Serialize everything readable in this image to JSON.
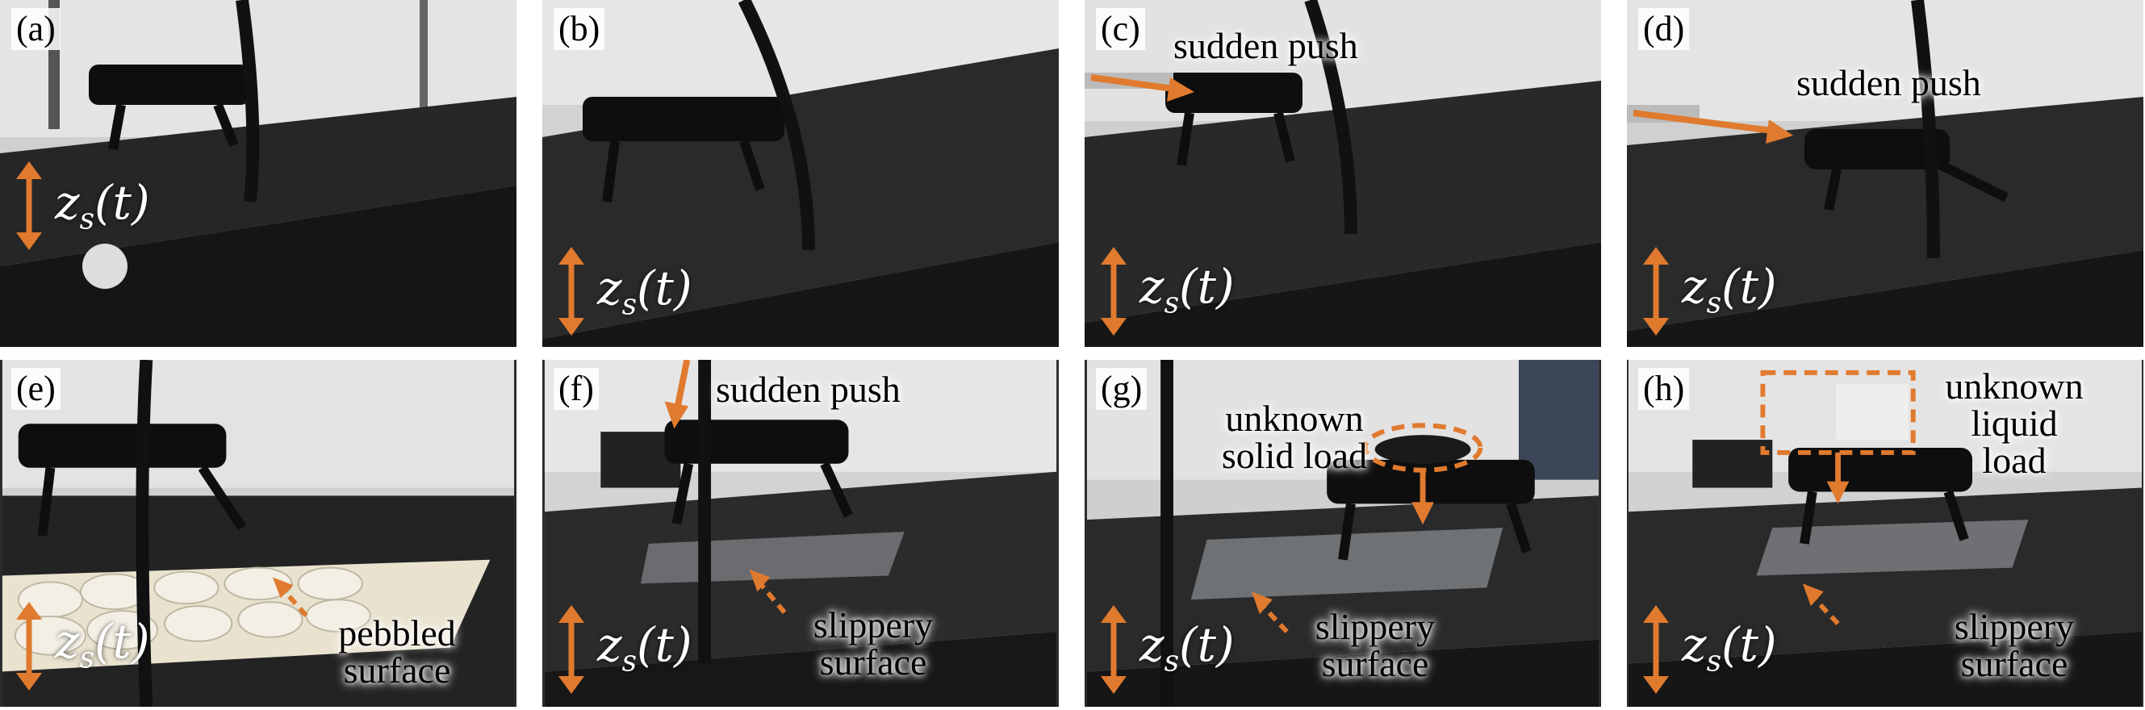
{
  "figure": {
    "panels": [
      {
        "label": "(a)",
        "zs": "z",
        "zs_sub": "s",
        "zs_arg": "(t)",
        "annotations": []
      },
      {
        "label": "(b)",
        "zs": "z",
        "zs_sub": "s",
        "zs_arg": "(t)",
        "annotations": []
      },
      {
        "label": "(c)",
        "zs": "z",
        "zs_sub": "s",
        "zs_arg": "(t)",
        "annotations": [
          "sudden push"
        ]
      },
      {
        "label": "(d)",
        "zs": "z",
        "zs_sub": "s",
        "zs_arg": "(t)",
        "annotations": [
          "sudden push"
        ]
      },
      {
        "label": "(e)",
        "zs": "z",
        "zs_sub": "s",
        "zs_arg": "(t)",
        "annotations": [
          "pebbled",
          "surface"
        ]
      },
      {
        "label": "(f)",
        "zs": "z",
        "zs_sub": "s",
        "zs_arg": "(t)",
        "annotations": [
          "sudden push",
          "slippery",
          "surface"
        ]
      },
      {
        "label": "(g)",
        "zs": "z",
        "zs_sub": "s",
        "zs_arg": "(t)",
        "annotations": [
          "unknown",
          "solid load",
          "slippery",
          "surface"
        ]
      },
      {
        "label": "(h)",
        "zs": "z",
        "zs_sub": "s",
        "zs_arg": "(t)",
        "annotations": [
          "unknown",
          "liquid",
          "load",
          "slippery",
          "surface"
        ]
      }
    ],
    "colors": {
      "arrow": "#e07a2e",
      "background_dark": "#2a2a2a",
      "surface": "#1e1e1e",
      "wall": "#d8d8d8"
    }
  }
}
